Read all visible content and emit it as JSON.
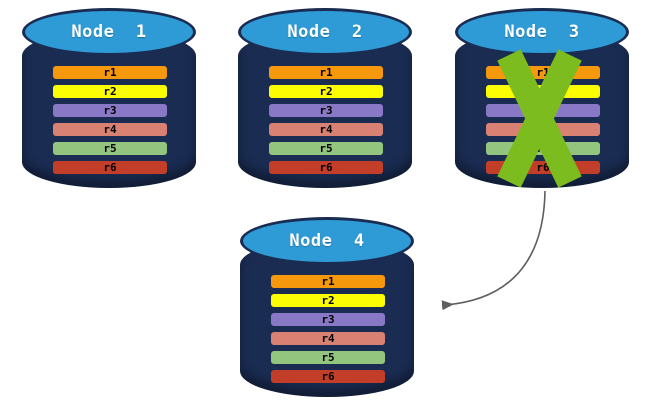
{
  "nodes": [
    {
      "label": "Node  1",
      "failed": false,
      "replicas": [
        "r1",
        "r2",
        "r3",
        "r4",
        "r5",
        "r6"
      ]
    },
    {
      "label": "Node  2",
      "failed": false,
      "replicas": [
        "r1",
        "r2",
        "r3",
        "r4",
        "r5",
        "r6"
      ]
    },
    {
      "label": "Node  3",
      "failed": true,
      "replicas": [
        "r1",
        "r2",
        "r3",
        "r4",
        "r5",
        "r6"
      ]
    },
    {
      "label": "Node  4",
      "failed": false,
      "replicas": [
        "r1",
        "r2",
        "r3",
        "r4",
        "r5",
        "r6"
      ]
    }
  ],
  "arrow": {
    "from": "Node 3",
    "to": "Node 4"
  },
  "colors": {
    "cylinder_body": "#1a2c52",
    "cylinder_top": "#2e9bd6",
    "replica_colors": {
      "r1": "#f6980b",
      "r2": "#fcfc03",
      "r3": "#8878c6",
      "r4": "#d98172",
      "r5": "#94c57f",
      "r6": "#c33e29"
    },
    "failure_x": "#7cbc1f",
    "arrow": "#5e5e5e"
  }
}
